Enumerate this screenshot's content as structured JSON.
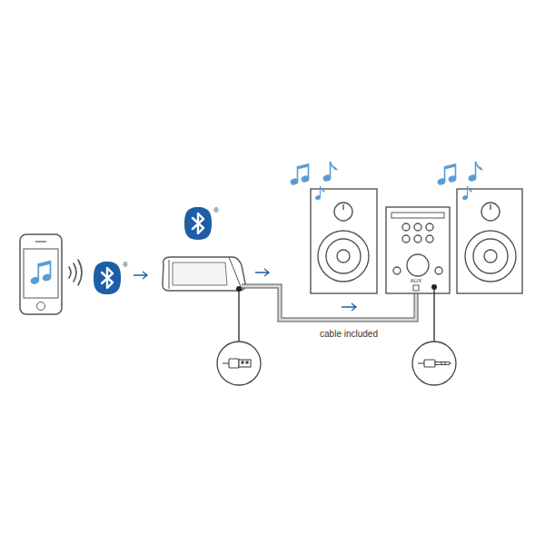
{
  "diagram": {
    "labels": [
      "®",
      "®",
      "AUX",
      "cable included"
    ]
  }
}
